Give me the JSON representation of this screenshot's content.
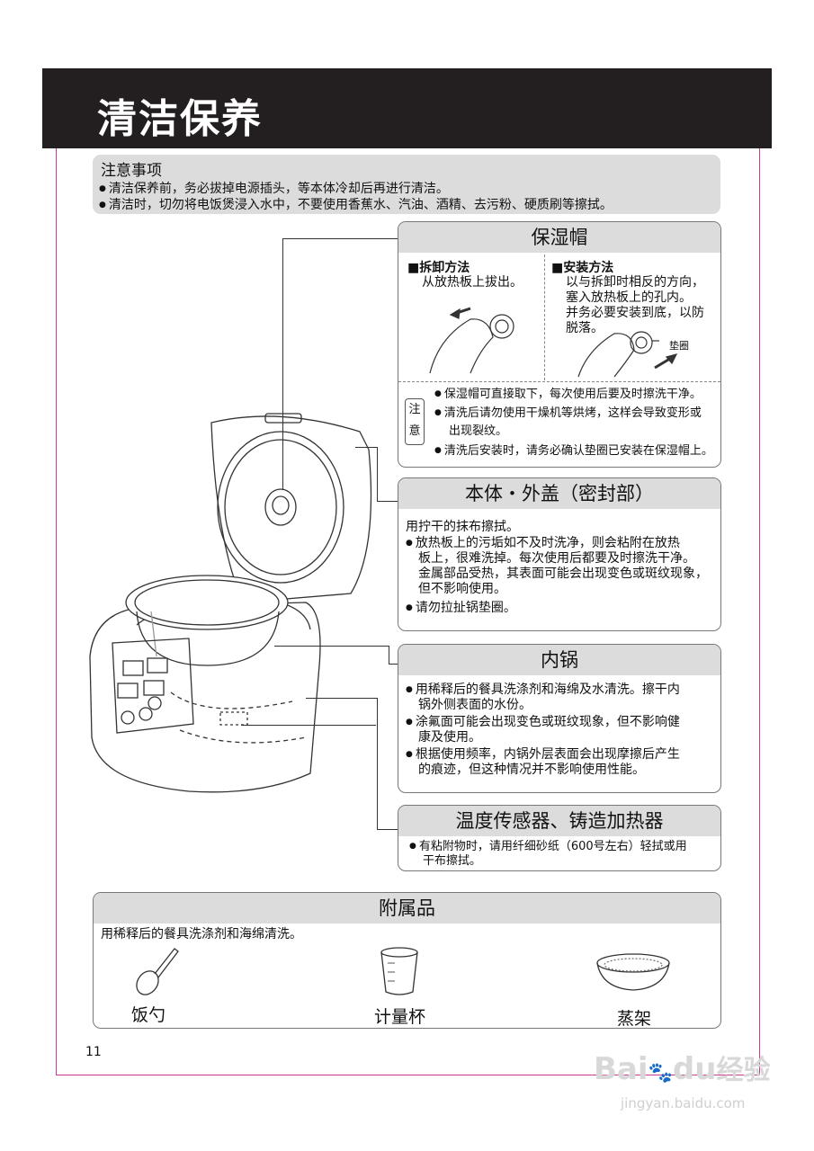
{
  "page": {
    "title": "清洁保养",
    "page_number": "11"
  },
  "notice": {
    "title": "注意事项",
    "items": [
      "清洁保养前，务必拔掉电源插头，等本体冷却后再进行清洁。",
      "清洁时，切勿将电饭煲浸入水中，不要使用香蕉水、汽油、酒精、去污粉、硬质刷等擦拭。"
    ]
  },
  "cap": {
    "title": "保湿帽",
    "remove_title": "拆卸方法",
    "remove_text": "从放热板上拔出。",
    "install_title": "安装方法",
    "install_lines": [
      "以与拆卸时相反的方向，",
      "塞入放热板上的孔内。",
      "并务必要安装到底，以防",
      "脱落。"
    ],
    "gasket_label": "垫圈",
    "note_label_1": "注",
    "note_label_2": "意",
    "notes": [
      "保湿帽可直接取下，每次使用后要及时擦洗干净。",
      "清洗后请勿使用干燥机等烘烤，这样会导致变形或",
      "出现裂纹。",
      "清洗后安装时，请务必确认垫圈已安装在保湿帽上。"
    ]
  },
  "body": {
    "title": "本体・外盖（密封部）",
    "intro": "用拧干的抹布擦拭。",
    "lines": [
      "放热板上的污垢如不及时洗净，则会粘附在放热",
      "板上，很难洗掉。每次使用后都要及时擦洗干净。",
      "金属部品受热，其表面可能会出现变色或斑纹现象，",
      "但不影响使用。",
      "请勿拉扯锅垫圈。"
    ]
  },
  "pot": {
    "title": "内锅",
    "lines": [
      "用稀释后的餐具洗涤剂和海绵及水清洗。擦干内",
      "锅外侧表面的水份。",
      "涂氟面可能会出现变色或斑纹现象，但不影响健",
      "康及使用。",
      "根据使用频率，内锅外层表面会出现摩擦后产生",
      "的痕迹，但这种情况并不影响使用性能。"
    ]
  },
  "sensor": {
    "title": "温度传感器、铸造加热器",
    "lines": [
      "有粘附物时，请用纤细砂纸（600号左右）轻拭或用",
      "干布擦拭。"
    ]
  },
  "accessories": {
    "title": "附属品",
    "text": "用稀释后的餐具洗涤剂和海绵清洗。",
    "items": [
      "饭勺",
      "计量杯",
      "蒸架"
    ]
  },
  "watermark": {
    "brand": "Bai",
    "brand2": "du",
    "brand_cn": "经验",
    "url": "jingyan.baidu.com"
  },
  "colors": {
    "title_bar": "#231f20",
    "panel_gray": "#dcdcdc",
    "crop_line": "#c9398f"
  }
}
